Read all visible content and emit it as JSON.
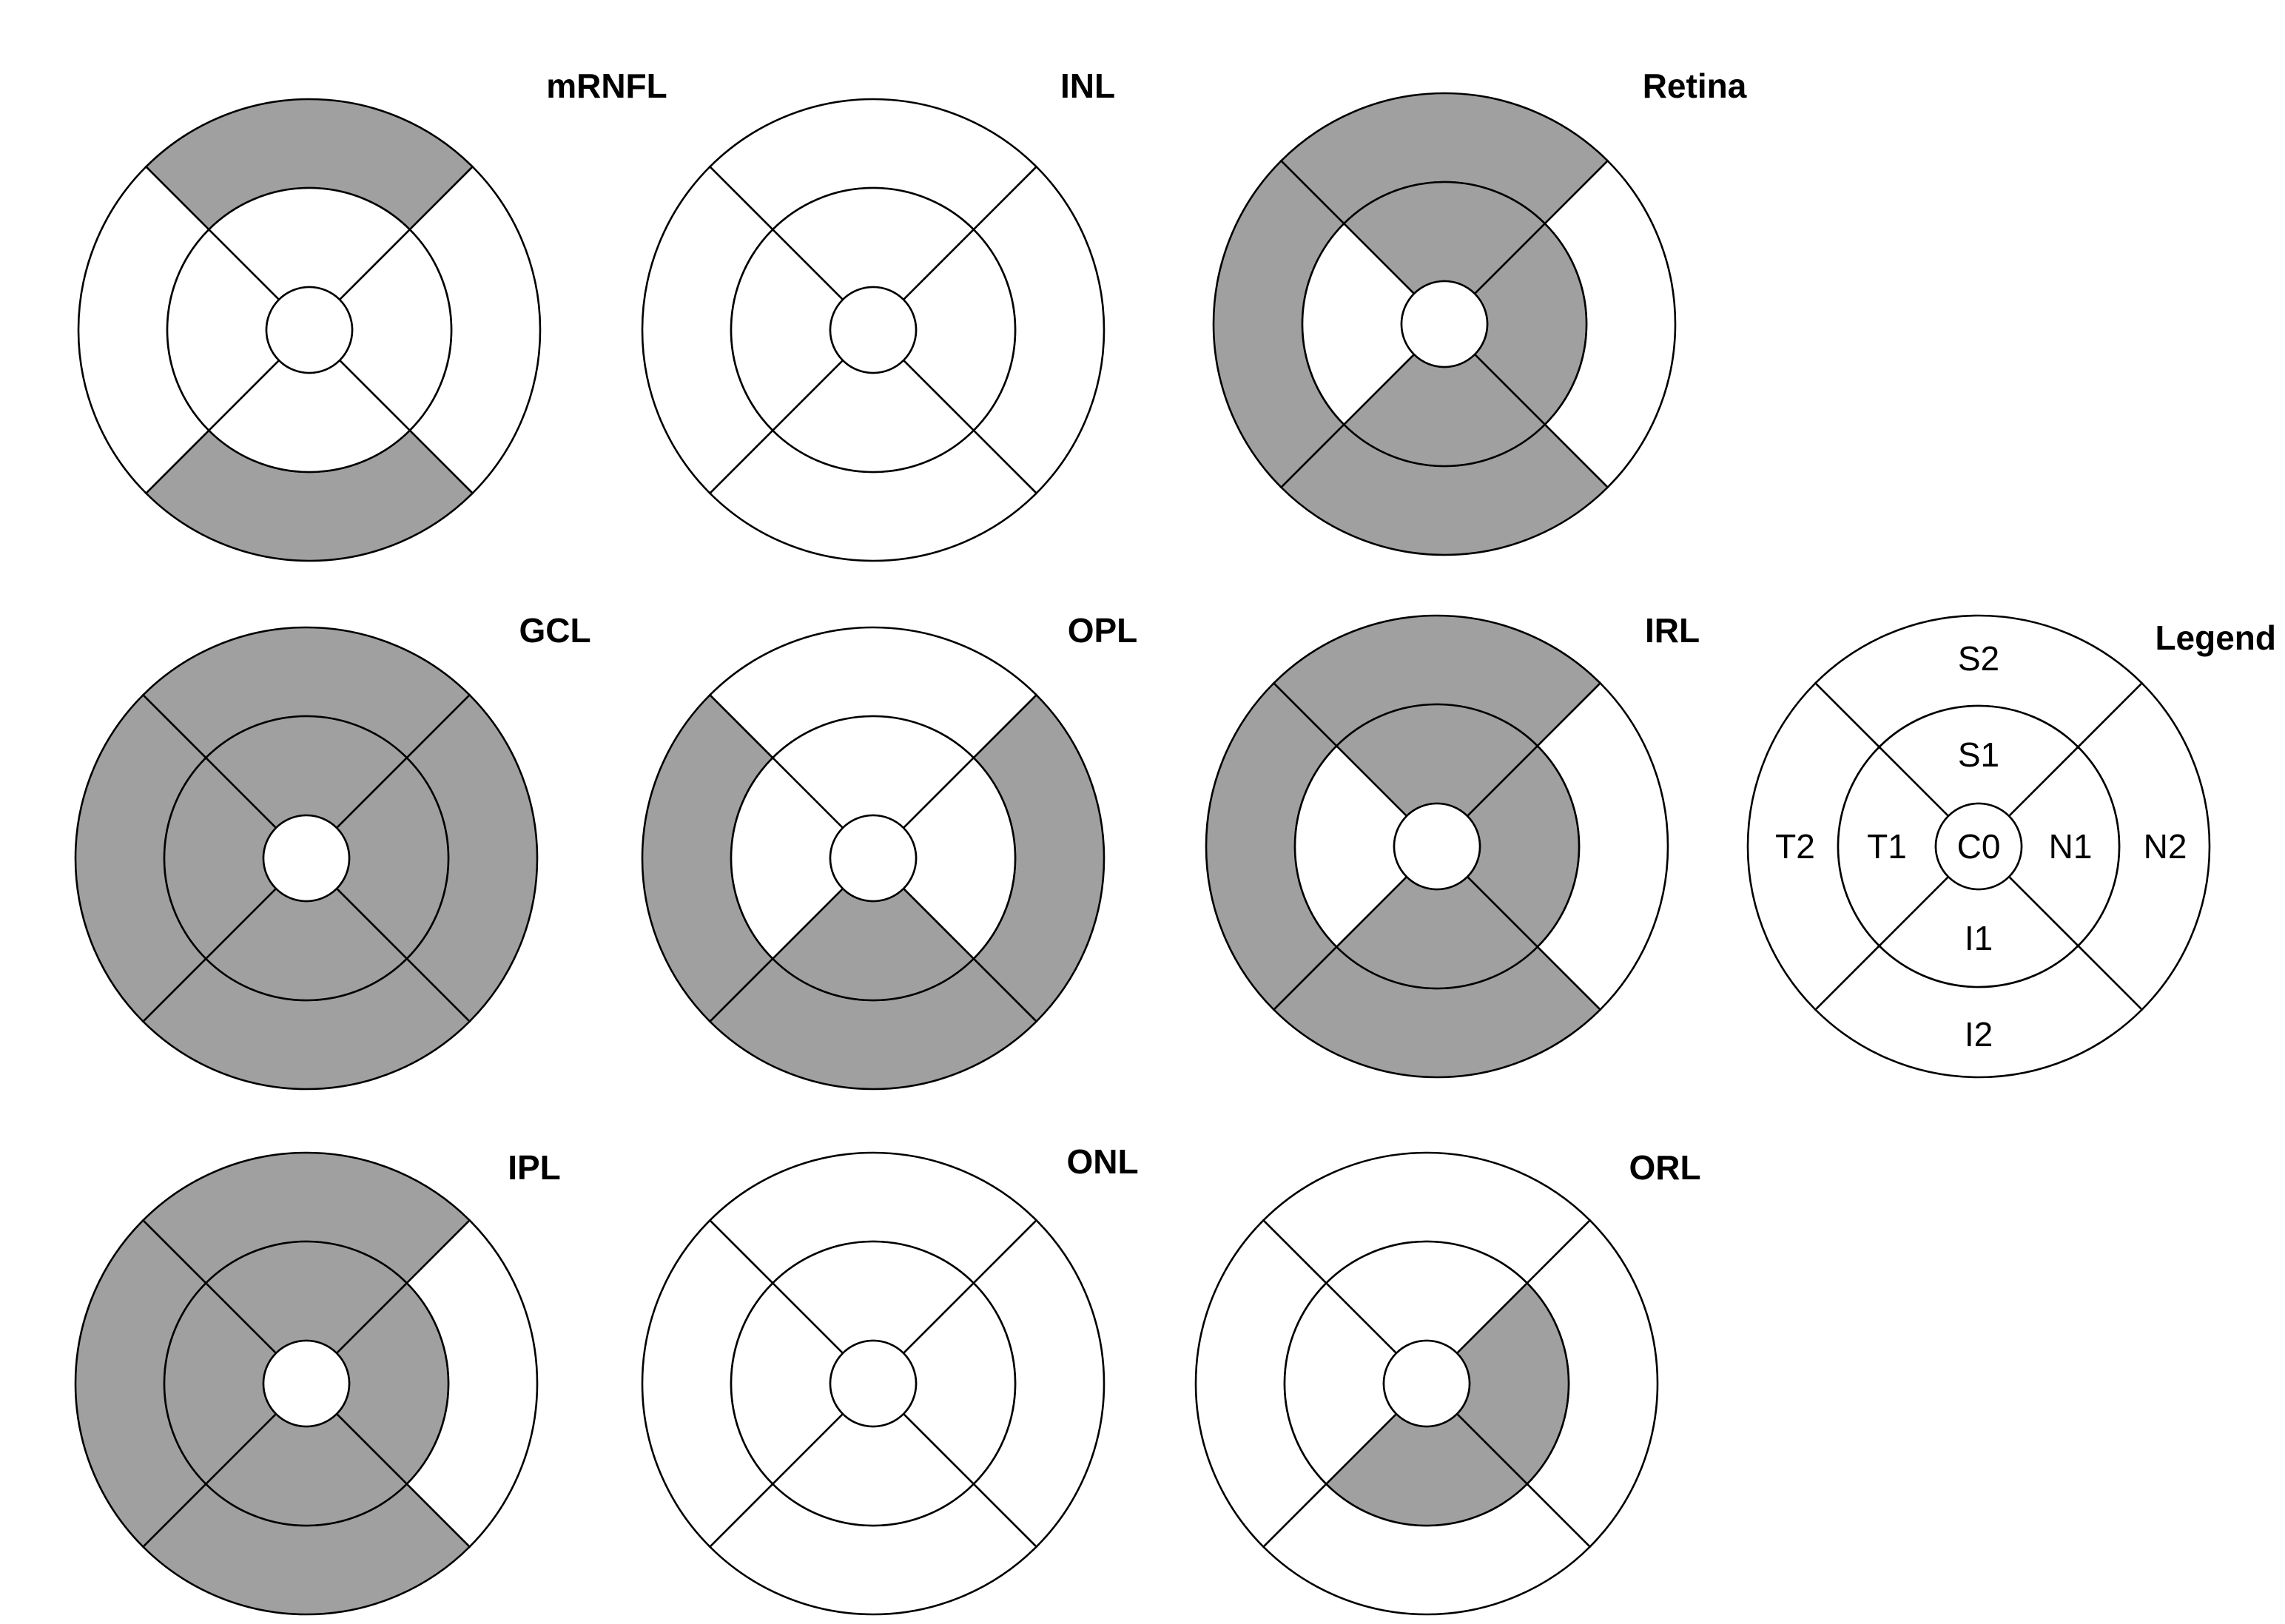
{
  "colors": {
    "filled": "#a0a0a0",
    "empty": "#ffffff",
    "stroke": "#000000"
  },
  "panels": [
    {
      "id": "mrnfl",
      "title": "mRNFL",
      "filled": [
        "S2",
        "I2"
      ]
    },
    {
      "id": "inl",
      "title": "INL",
      "filled": []
    },
    {
      "id": "retina",
      "title": "Retina",
      "filled": [
        "S2",
        "T2",
        "I2",
        "S1",
        "N1",
        "I1"
      ]
    },
    {
      "id": "gcl",
      "title": "GCL",
      "filled": [
        "S2",
        "T2",
        "I2",
        "N2",
        "S1",
        "T1",
        "I1",
        "N1"
      ]
    },
    {
      "id": "opl",
      "title": "OPL",
      "filled": [
        "T2",
        "N2",
        "I2",
        "I1"
      ]
    },
    {
      "id": "irl",
      "title": "IRL",
      "filled": [
        "S2",
        "T2",
        "I2",
        "S1",
        "N1",
        "I1"
      ]
    },
    {
      "id": "ipl",
      "title": "IPL",
      "filled": [
        "S2",
        "T2",
        "I2",
        "S1",
        "T1",
        "I1",
        "N1"
      ]
    },
    {
      "id": "onl",
      "title": "ONL",
      "filled": []
    },
    {
      "id": "orl",
      "title": "ORL",
      "filled": [
        "N1",
        "I1"
      ]
    }
  ],
  "legend": {
    "title": "Legend",
    "labels": {
      "S2": "S2",
      "S1": "S1",
      "T2": "T2",
      "T1": "T1",
      "C0": "C0",
      "N1": "N1",
      "N2": "N2",
      "I1": "I1",
      "I2": "I2"
    }
  }
}
